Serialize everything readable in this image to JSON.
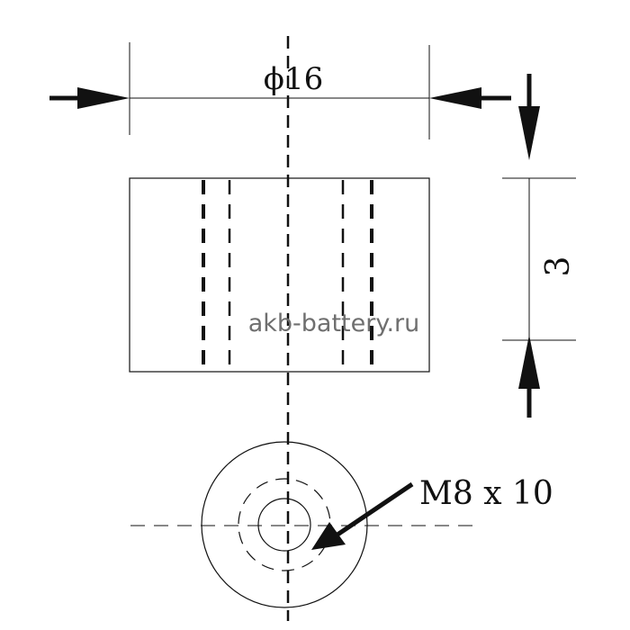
{
  "drawing": {
    "diameter_label": "ϕ16",
    "height_label": "3",
    "thread_label": "M8 x 10",
    "watermark": "akb-battery.ru"
  },
  "colors": {
    "line": "#111111",
    "watermark": "#6f6f6f",
    "background": "#ffffff"
  }
}
